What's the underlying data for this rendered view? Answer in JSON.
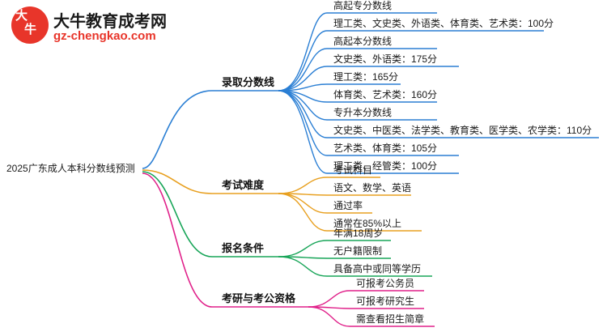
{
  "logo": {
    "mark_char_1": "大",
    "mark_char_2": "牛",
    "title": "大牛教育成考网",
    "subtitle": "gz-chengkao.com"
  },
  "mindmap": {
    "root": "2025广东成人本科分数线预测",
    "branches": [
      {
        "label": "录取分数线",
        "color": "#2b7fd4",
        "children": [
          "高起专分数线",
          "理工类、文史类、外语类、体育类、艺术类：100分",
          "高起本分数线",
          "文史类、外语类：175分",
          "理工类：165分",
          "体育类、艺术类：160分",
          "专升本分数线",
          "文史类、中医类、法学类、教育类、医学类、农学类：110分",
          "艺术类、体育类：105分",
          "理工类、经管类：100分"
        ]
      },
      {
        "label": "考试难度",
        "color": "#e8a020",
        "children": [
          "考试科目",
          "语文、数学、英语",
          "通过率",
          "通常在85%以上"
        ]
      },
      {
        "label": "报名条件",
        "color": "#18a558",
        "children": [
          "年满18周岁",
          "无户籍限制",
          "具备高中或同等学历"
        ]
      },
      {
        "label": "考研与考公资格",
        "color": "#e0218a",
        "children": [
          "可报考公务员",
          "可报考研究生",
          "需查看招生简章"
        ]
      }
    ]
  }
}
